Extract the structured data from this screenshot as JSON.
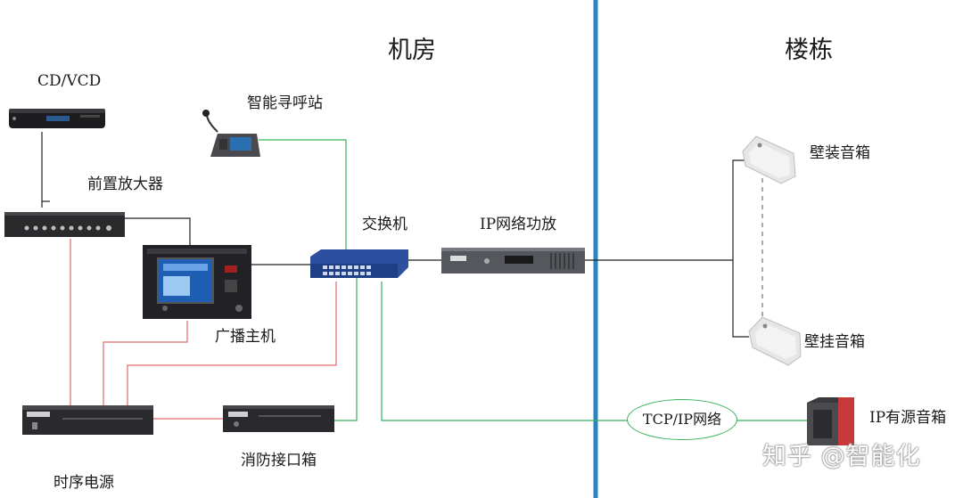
{
  "zones": {
    "machine_room": "机房",
    "building": "楼栋"
  },
  "devices": {
    "cd_player": "CD/VCD",
    "paging_station": "智能寻呼站",
    "preamp": "前置放大器",
    "broadcast_host": "广播主机",
    "switch": "交换机",
    "ip_amplifier": "IP网络功放",
    "power_sequencer": "时序电源",
    "fire_interface": "消防接口箱",
    "wall_mount_speaker_1": "壁装音箱",
    "wall_mount_speaker_2": "壁挂音箱",
    "ip_active_speaker": "IP有源音箱"
  },
  "network_label": "TCP/IP网络",
  "watermark": "知乎 @智能化",
  "colors": {
    "network_line": "#35b35a",
    "power_line": "#e06a6a",
    "audio_line": "#222222",
    "divider": "#2a86c0"
  }
}
